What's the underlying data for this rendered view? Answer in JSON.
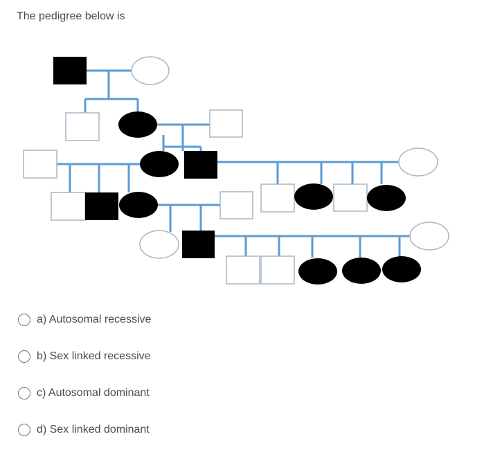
{
  "question": {
    "prompt": "The pedigree below is"
  },
  "pedigree": {
    "line_color": "#5b9bd5",
    "affected_color": "#000000",
    "unaffected_border_color": "#a6b6c6",
    "icon": "pedigree-chart"
  },
  "options": [
    {
      "label": "a) Autosomal recessive",
      "selected": false
    },
    {
      "label": "b) Sex linked recessive",
      "selected": false
    },
    {
      "label": "c) Autosomal dominant",
      "selected": false
    },
    {
      "label": "d) Sex linked dominant",
      "selected": false
    }
  ]
}
